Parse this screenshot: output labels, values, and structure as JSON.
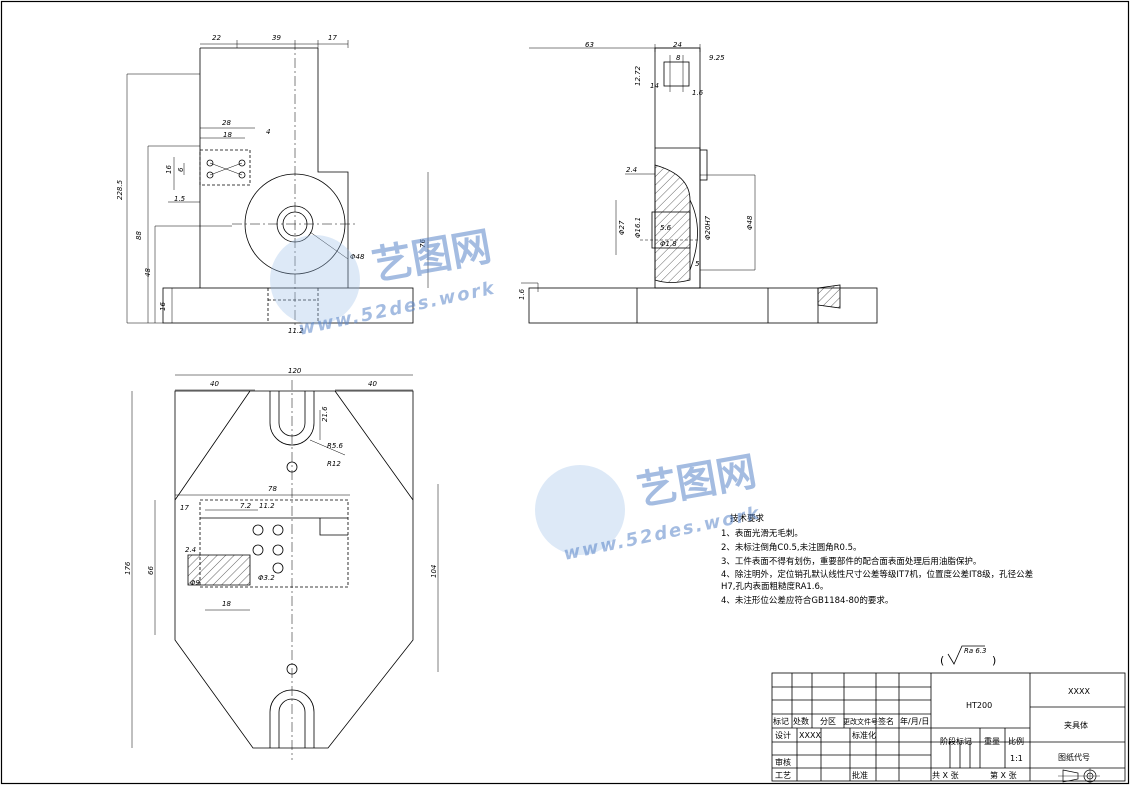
{
  "drawing": {
    "front_view_dims": [
      "22",
      "39",
      "17",
      "228.5",
      "88",
      "48",
      "16",
      "28",
      "18",
      "4",
      "16",
      "6",
      "1.5",
      "Φ48",
      "11.2",
      "76"
    ],
    "side_view_dims": [
      "63",
      "24",
      "8",
      "9.25",
      "12.72",
      "14",
      "1.6",
      "2.4",
      "Φ27",
      "Φ16.1",
      "5.6",
      "Φ20H7",
      "Φ48",
      "Φ1.8",
      "5",
      "1.6"
    ],
    "top_view_dims": [
      "120",
      "40",
      "40",
      "21.6",
      "R5.6",
      "R12",
      "78",
      "17",
      "7.2",
      "11.2",
      "2.4",
      "66",
      "176",
      "104",
      "Φ3.2",
      "18",
      "Φ9"
    ]
  },
  "tech_requirements": {
    "title": "技术要求",
    "items": [
      "1、表面光滑无毛刺。",
      "2、未标注倒角C0.5,未注圆角R0.5。",
      "3、工件表面不得有划伤，重要部件的配合面表面处理后用油脂保护。",
      "4、除注明外，定位销孔默认线性尺寸公差等级IT7机，位置度公差IT8级，孔径公差",
      "H7,孔内表面粗糙度RA1.6。",
      "4、未注形位公差应符合GB1184-80的要求。"
    ]
  },
  "roughness": {
    "symbol": "Ra 6.3"
  },
  "title_block": {
    "material": "HT200",
    "company": "XXXX",
    "part_name": "夹具体",
    "drawing_no_label": "图纸代号",
    "stage_label": "阶段标记",
    "weight_label": "重量",
    "scale_label": "比例",
    "scale": "1:1",
    "sheet_total": "共 X 张",
    "sheet_no": "第 X 张",
    "row_labels": {
      "mark": "标记",
      "count": "处数",
      "zone": "分区",
      "doc": "更改文件号",
      "sign": "签名",
      "date": "年/月/日"
    },
    "design_label": "设计",
    "designer": "XXXX",
    "standardize_label": "标准化",
    "review_label": "审核",
    "process_label": "工艺",
    "approve_label": "批准"
  },
  "watermark": {
    "cn": "艺图网",
    "en": "www.52des.work"
  }
}
